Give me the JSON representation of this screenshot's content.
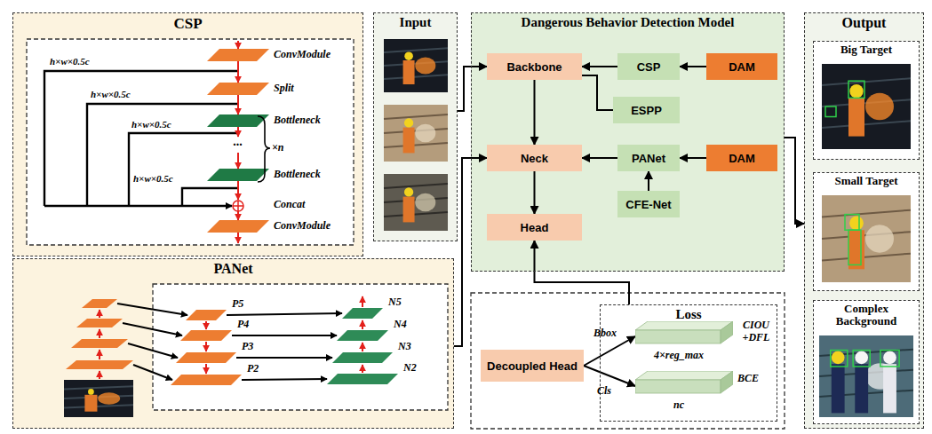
{
  "diagram": {
    "nodes": [
      {
        "text": [
          "CSP"
        ]
      },
      {
        "text": [
          "Input"
        ]
      },
      {
        "text": [
          "Dangerous Behavior Detection Model"
        ]
      },
      {
        "text": [
          "Backbone"
        ],
        "in": 2
      },
      {
        "text": [
          "CSP"
        ],
        "in": 2
      },
      {
        "text": [
          "DAM"
        ],
        "in": 2
      },
      {
        "text": [
          "ESPP"
        ],
        "in": 2
      },
      {
        "text": [
          "Neck"
        ],
        "in": 2
      },
      {
        "text": [
          "PANet"
        ],
        "in": 2
      },
      {
        "text": [
          "DAM"
        ],
        "in": 2
      },
      {
        "text": [
          "CFE-Net"
        ],
        "in": 2
      },
      {
        "text": [
          "Head"
        ],
        "in": 2
      },
      {
        "text": [
          "Output"
        ]
      },
      {
        "text": [
          "Big Target"
        ],
        "in": 12
      },
      {
        "text": [
          "Small Target"
        ],
        "in": 12
      },
      {
        "text": [
          "Complex Background"
        ],
        "in": 12
      },
      {
        "text": [
          "PANet"
        ]
      },
      {
        "text": [
          "Decoupled Head"
        ]
      },
      {
        "text": [
          "Loss"
        ]
      },
      {
        "text": [
          "4×reg_max"
        ],
        "in": 18
      },
      {
        "text": [
          "nc"
        ],
        "in": 18
      }
    ],
    "edges": [
      {
        "from": 1,
        "to": 3,
        "arrow": "to"
      },
      {
        "from": 5,
        "to": 4,
        "arrow": "to"
      },
      {
        "from": 4,
        "to": 3,
        "arrow": "to"
      },
      {
        "from": 3,
        "to": 6,
        "arrow": "none"
      },
      {
        "from": 3,
        "to": 7,
        "arrow": "to"
      },
      {
        "from": 7,
        "to": 11,
        "arrow": "to"
      },
      {
        "from": 8,
        "to": 7,
        "arrow": "to"
      },
      {
        "from": 9,
        "to": 8,
        "arrow": "to"
      },
      {
        "from": 10,
        "to": 8,
        "arrow": "to"
      },
      {
        "from": 16,
        "to": 7,
        "arrow": "to"
      },
      {
        "from": 18,
        "to": 11,
        "arrow": "to"
      },
      {
        "from": 2,
        "to": 12,
        "arrow": "to"
      },
      {
        "from": 17,
        "to": 19,
        "label": "Bbox",
        "arrow": "to"
      },
      {
        "from": 17,
        "to": 20,
        "label": "Cls",
        "arrow": "to"
      }
    ],
    "labels": [
      "h×w×0.5c",
      "h×w×0.5c",
      "h×w×0.5c",
      "h×w×0.5c",
      "ConvModule",
      "Split",
      "Bottleneck",
      "...",
      "×n",
      "Bottleneck",
      "Concat",
      "ConvModule",
      "P5",
      "P4",
      "P3",
      "P2",
      "N5",
      "N4",
      "N3",
      "N2",
      "CIOU +DFL",
      "BCE"
    ]
  }
}
